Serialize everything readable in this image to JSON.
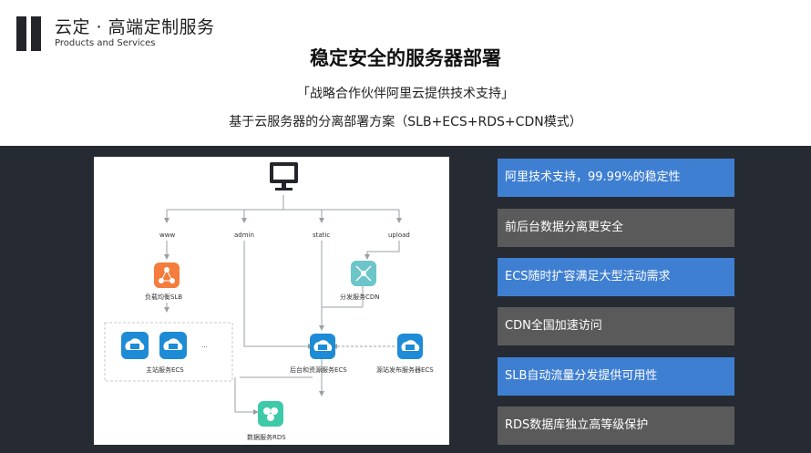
{
  "header": {
    "brand_title": "云定 · 高端定制服务",
    "brand_subtitle": "Products and Services",
    "title": "稳定安全的服务器部署",
    "line1": "「战略合作伙伴阿里云提供技术支持」",
    "line2": "基于云服务器的分离部署方案（SLB+ECS+RDS+CDN模式）"
  },
  "diagram": {
    "routes": [
      "www",
      "admin",
      "static",
      "upload"
    ],
    "slb_label": "负载均衡SLB",
    "cdn_label": "分发服务CDN",
    "main_ecs_label": "主站服务ECS",
    "ellipsis": "...",
    "backend_ecs_label": "后台和资源服务ECS",
    "source_ecs_label": "源站发布服务器ECS",
    "rds_label": "数据服务RDS",
    "colors": {
      "slb": "#f47c3c",
      "cdn": "#6cc5c9",
      "ecs": "#1d8bd6",
      "rds": "#3ec9a8",
      "line": "#9aa0a6"
    }
  },
  "features": [
    {
      "text": "阿里技术支持，99.99%的稳定性",
      "style": "blue"
    },
    {
      "text": "前后台数据分离更安全",
      "style": "grey"
    },
    {
      "text": "ECS随时扩容满足大型活动需求",
      "style": "blue"
    },
    {
      "text": "CDN全国加速访问",
      "style": "grey"
    },
    {
      "text": "SLB自动流量分发提供可用性",
      "style": "blue"
    },
    {
      "text": "RDS数据库独立高等级保护",
      "style": "grey"
    }
  ],
  "colors": {
    "dark_bg": "#262b33",
    "blue": "#3f7fd2",
    "grey": "#5a5a5a"
  }
}
